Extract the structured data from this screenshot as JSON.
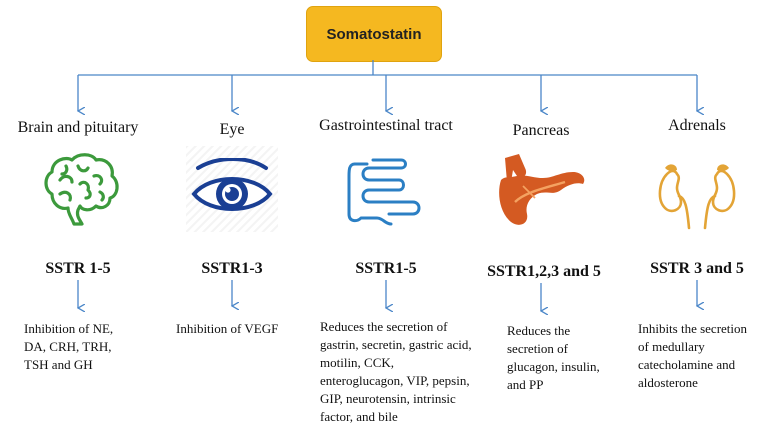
{
  "root": {
    "label": "Somatostatin",
    "color": "#f5b820"
  },
  "connector_color": "#4a86c8",
  "targets": [
    {
      "title": "Brain and pituitary",
      "icon": "brain-icon",
      "receptor": "SSTR 1-5",
      "effects": [
        "Inhibition of NE,",
        "DA, CRH, TRH,",
        "TSH and GH"
      ]
    },
    {
      "title": "Eye",
      "icon": "eye-icon",
      "receptor": "SSTR1-3",
      "effects": [
        "Inhibition of VEGF"
      ]
    },
    {
      "title": "Gastrointestinal tract",
      "icon": "intestine-icon",
      "receptor": "SSTR1-5",
      "effects": [
        "Reduces the secretion of",
        "gastrin, secretin, gastric acid,",
        "motilin, CCK,",
        "enteroglucagon, VIP, pepsin,",
        "GIP, neurotensin, intrinsic",
        "factor, and bile"
      ]
    },
    {
      "title": "Pancreas",
      "icon": "pancreas-icon",
      "receptor": "SSTR1,2,3 and 5",
      "effects": [
        "Reduces the",
        "secretion of",
        "glucagon, insulin,",
        "and PP"
      ]
    },
    {
      "title": "Adrenals",
      "icon": "adrenals-icon",
      "receptor": "SSTR 3 and 5",
      "effects": [
        "Inhibits the secretion",
        "of medullary",
        "catecholamine and",
        "aldosterone"
      ]
    }
  ]
}
